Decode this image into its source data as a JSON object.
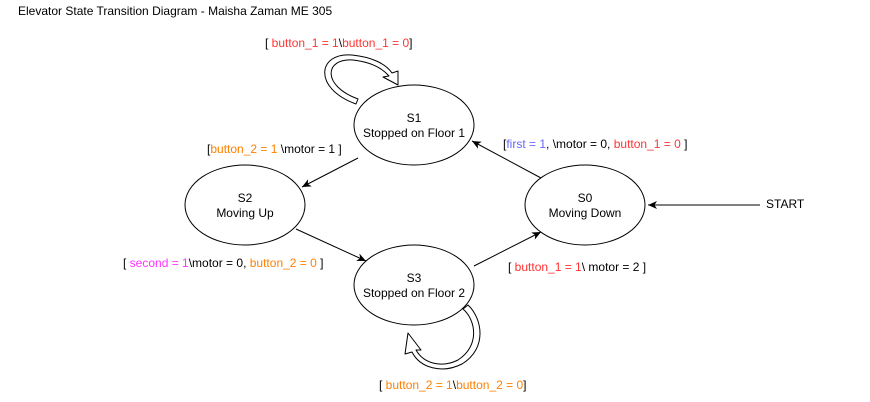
{
  "title": "Elevator State Transition Diagram - Maisha Zaman ME 305",
  "colors": {
    "black": "#000000",
    "red": "#ff3333",
    "orange": "#ff8000",
    "blue": "#6666ff",
    "magenta": "#ff33ff"
  },
  "states": {
    "s1": {
      "name": "S1",
      "desc": "Stopped on Floor 1"
    },
    "s2": {
      "name": "S2",
      "desc": "Moving Up"
    },
    "s3": {
      "name": "S3",
      "desc": "Stopped on Floor 2"
    },
    "s0": {
      "name": "S0",
      "desc": "Moving Down"
    }
  },
  "start_label": "START",
  "labels": {
    "s1_self": [
      {
        "t": "[ ",
        "c": "black"
      },
      {
        "t": "button_1 = 1",
        "c": "red"
      },
      {
        "t": "\\",
        "c": "black"
      },
      {
        "t": "button_1 = 0",
        "c": "red"
      },
      {
        "t": "]",
        "c": "black"
      }
    ],
    "s1_to_s2": [
      {
        "t": "[",
        "c": "black"
      },
      {
        "t": "button_2 = 1",
        "c": "orange"
      },
      {
        "t": " \\motor = 1 ]",
        "c": "black"
      }
    ],
    "s0_to_s1": [
      {
        "t": "[",
        "c": "black"
      },
      {
        "t": "first = 1",
        "c": "blue"
      },
      {
        "t": ", \\motor = 0, ",
        "c": "black"
      },
      {
        "t": "button_1 = 0",
        "c": "red"
      },
      {
        "t": " ]",
        "c": "black"
      }
    ],
    "s2_to_s3": [
      {
        "t": "[ ",
        "c": "black"
      },
      {
        "t": "second = 1",
        "c": "magenta"
      },
      {
        "t": "\\motor = 0, ",
        "c": "black"
      },
      {
        "t": "button_2 = 0",
        "c": "orange"
      },
      {
        "t": " ]",
        "c": "black"
      }
    ],
    "s3_to_s0": [
      {
        "t": "[ ",
        "c": "black"
      },
      {
        "t": "button_1 = 1",
        "c": "red"
      },
      {
        "t": "\\ motor = 2 ]",
        "c": "black"
      }
    ],
    "s3_self": [
      {
        "t": "[ ",
        "c": "black"
      },
      {
        "t": "button_2 = 1",
        "c": "orange"
      },
      {
        "t": "\\",
        "c": "black"
      },
      {
        "t": "button_2 = 0",
        "c": "orange"
      },
      {
        "t": "]",
        "c": "black"
      }
    ]
  }
}
